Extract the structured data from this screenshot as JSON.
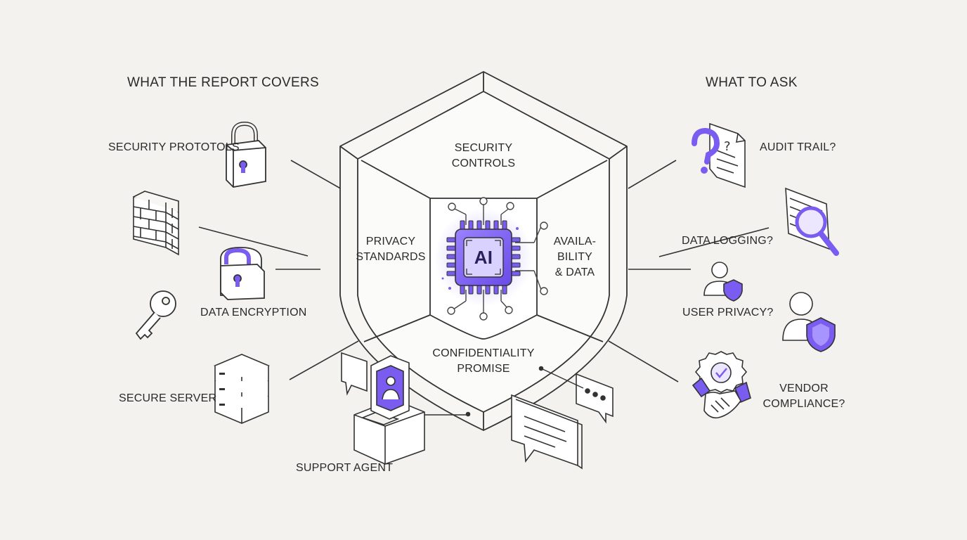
{
  "headers": {
    "left": "WHAT THE REPORT COVERS",
    "right": "WHAT TO ASK"
  },
  "left_items": {
    "security_protocols": "SECURITY PROTOTOLS",
    "data_encryption": "DATA ENCRYPTION",
    "secure_server": "SECURE SERVER",
    "support_agent": "SUPPORT AGENT"
  },
  "shield": {
    "top": "SECURITY\nCONTROLS",
    "left": "PRIVACY\nSTANDARDS",
    "right": "AVAILA-\nBILITY\n& DATA",
    "bottom": "CONFIDENTIALITY\nPROMISE",
    "chip_label": "AI"
  },
  "right_items": {
    "audit_trail": "AUDIT TRAIL?",
    "data_logging": "DATA LOGGING?",
    "user_privacy": "USER PRIVACY?",
    "vendor_compliance": "VENDOR\nCOMPLIANCE?"
  },
  "colors": {
    "accent": "#7b5cf0",
    "accent_dark": "#5b3fd0",
    "line": "#333333",
    "background": "#f3f2ee"
  }
}
